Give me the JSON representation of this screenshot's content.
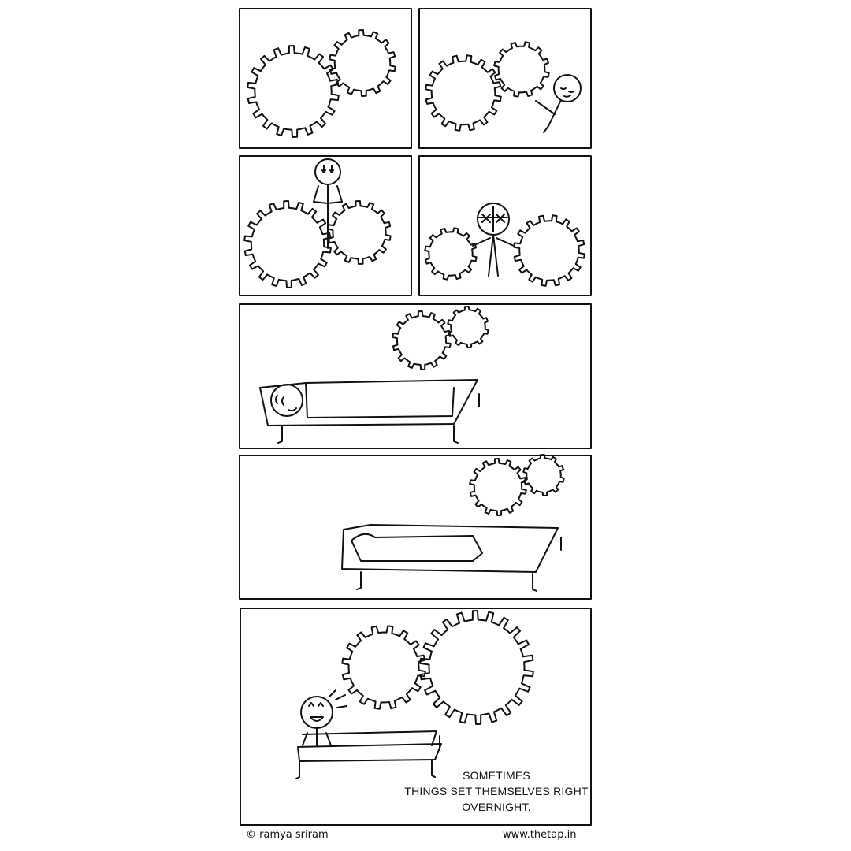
{
  "caption": {
    "line1": "SOMETIMES",
    "line2": "THINGS SET THEMSELVES RIGHT",
    "line3": "OVERNIGHT."
  },
  "footer": {
    "copyright": "© ramya sriram",
    "website": "www.thetap.in"
  },
  "colors": {
    "ink": "#111111",
    "paper": "#ffffff"
  }
}
